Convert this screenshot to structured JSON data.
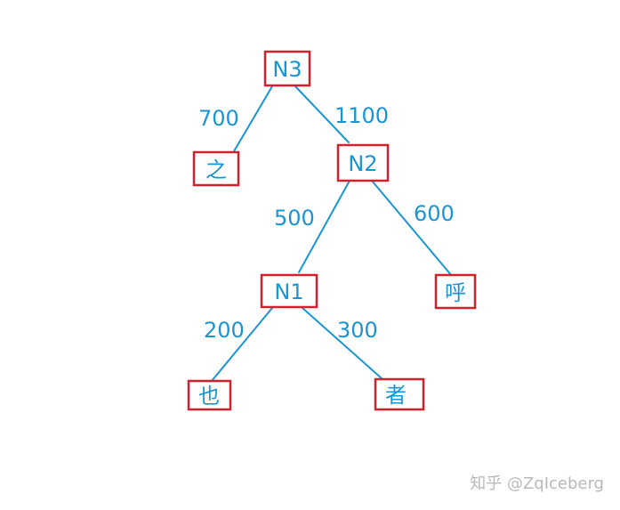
{
  "colors": {
    "edge": "#1a95d3",
    "text": "#1a95d3",
    "box": "#d4202a",
    "watermark": "#b9b9b9"
  },
  "nodes": {
    "n3": "N3",
    "zhi": "之",
    "n2": "N2",
    "n1": "N1",
    "hu": "呼",
    "ye": "也",
    "zhe": "者"
  },
  "edges": {
    "n3_zhi": "700",
    "n3_n2": "1100",
    "n2_n1": "500",
    "n2_hu": "600",
    "n1_ye": "200",
    "n1_zhe": "300"
  },
  "watermark": "知乎 @ZqIceberg"
}
